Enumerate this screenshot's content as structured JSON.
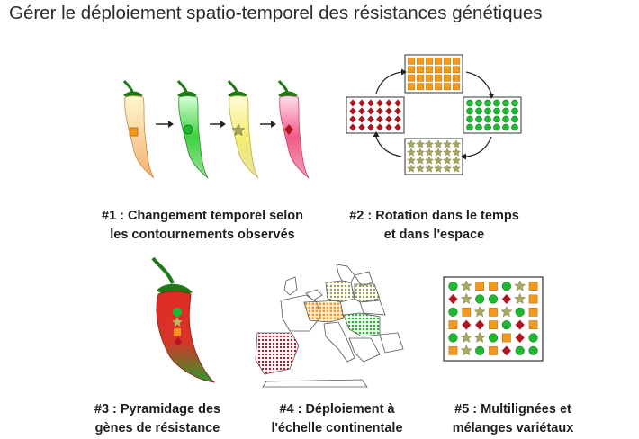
{
  "title": "Gérer le déploiement spatio-temporel des résistances génétiques",
  "strategies": [
    {
      "line1": "#1 : Changement temporel selon",
      "line2": "les contournements observés"
    },
    {
      "line1": "#2 : Rotation dans le temps",
      "line2": "et dans l'espace"
    },
    {
      "line1": "#3 : Pyramidage des",
      "line2": "gènes de résistance"
    },
    {
      "line1": "#4 : Déploiement à",
      "line2": "l'échelle continentale"
    },
    {
      "line1": "#5 : Multilignées et",
      "line2": "mélanges variétaux"
    }
  ],
  "colors": {
    "orange": "#f39a1e",
    "green": "#1fb832",
    "yellow_star": "#a8a860",
    "red_diamond": "#b01622",
    "pepper_red": "#d8262e",
    "pepper_stem": "#1f7a16"
  },
  "symbols": [
    "orange-square",
    "green-circle",
    "olive-star",
    "red-diamond"
  ]
}
